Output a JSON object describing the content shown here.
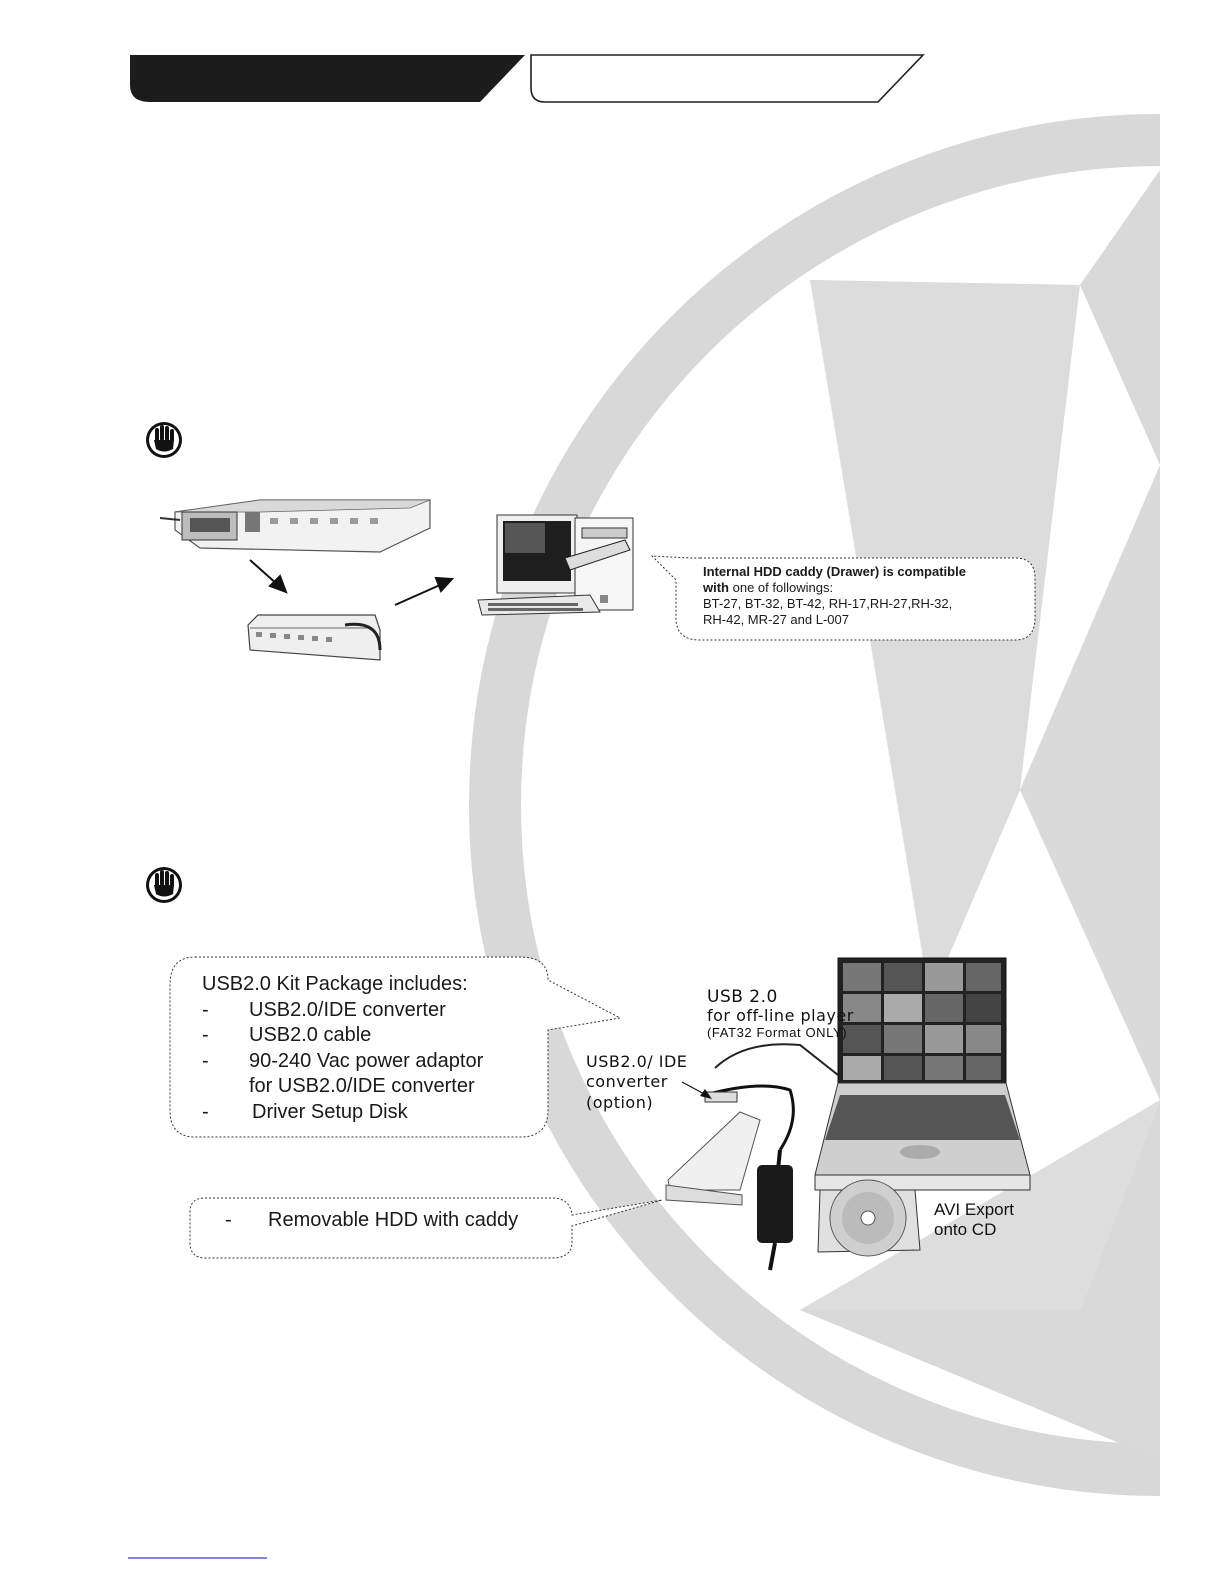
{
  "header": {
    "tab_left_label": "",
    "tab_right_label": ""
  },
  "section1": {
    "callout": {
      "line1": "Internal HDD caddy (Drawer) is compatible",
      "line2_bold": "with",
      "line2_rest": " one of followings:",
      "line3": "BT-27, BT-32, BT-42, RH-17,RH-27,RH-32,",
      "line4": "RH-42, MR-27 and L-007"
    }
  },
  "section2": {
    "kit": {
      "title": "USB2.0 Kit Package includes:",
      "items": [
        {
          "dash": "-",
          "text": "USB2.0/IDE converter"
        },
        {
          "dash": "-",
          "text": "USB2.0 cable"
        },
        {
          "dash": "-",
          "text": "90-240 Vac power adaptor"
        },
        {
          "dash": "",
          "text": "for USB2.0/IDE converter"
        },
        {
          "dash": "-",
          "text": "Driver Setup Disk"
        }
      ]
    },
    "removable": {
      "dash": "-",
      "text": "Removable HDD with caddy"
    },
    "labels": {
      "usb_title": "USB 2.0",
      "usb_sub": "for off-line player",
      "usb_note": "(FAT32 Format ONLY)",
      "converter_1": "USB2.0/ IDE",
      "converter_2": "converter",
      "converter_3": "(option)",
      "avi_1": "AVI Export",
      "avi_2": "onto CD"
    }
  },
  "colors": {
    "tab_dark": "#1c1c1c",
    "watermark": "#d9d9d9",
    "footer_line": "#3a3ad0"
  },
  "icons": [
    "stop-hand-icon",
    "stop-hand-icon"
  ]
}
